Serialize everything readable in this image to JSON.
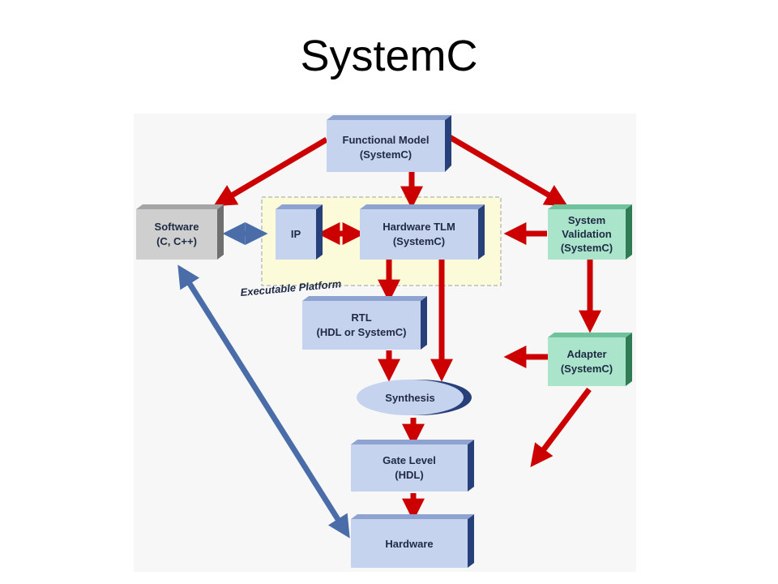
{
  "title": "SystemC",
  "platform_label": "Executable Platform",
  "nodes": {
    "functional_model": {
      "line1": "Functional Model",
      "line2": "(SystemC)"
    },
    "software": {
      "line1": "Software",
      "line2": "(C, C++)"
    },
    "ip": {
      "line1": "IP"
    },
    "hardware_tlm": {
      "line1": "Hardware TLM",
      "line2": "(SystemC)"
    },
    "system_validation": {
      "line1": "System",
      "line2": "Validation",
      "line3": "(SystemC)"
    },
    "rtl": {
      "line1": "RTL",
      "line2": "(HDL or SystemC)"
    },
    "adapter": {
      "line1": "Adapter",
      "line2": "(SystemC)"
    },
    "synthesis": {
      "line1": "Synthesis"
    },
    "gate_level": {
      "line1": "Gate Level",
      "line2": "(HDL)"
    },
    "hardware": {
      "line1": "Hardware"
    }
  },
  "colors": {
    "hw_face": "#c5d3ee",
    "hw_side": "#27407a",
    "sw_face": "#cfcfcf",
    "sw_side": "#6f6f6f",
    "val_face": "#a9e4cb",
    "val_side": "#2f7b55",
    "platform_bg": "#fbfbd9",
    "red_arrow": "#cc0000",
    "blue_arrow": "#4a6da9"
  }
}
